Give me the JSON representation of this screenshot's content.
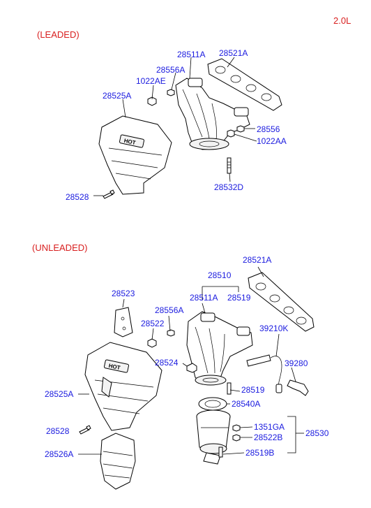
{
  "engine_label": "2.0L",
  "sections": {
    "leaded": {
      "title": "(LEADED)"
    },
    "unleaded": {
      "title": "(UNLEADED)"
    }
  },
  "leaded_labels": {
    "p28511A": "28511A",
    "p28521A": "28521A",
    "p28556A": "28556A",
    "p1022AE": "1022AE",
    "p28525A": "28525A",
    "p28556": "28556",
    "p1022AA": "1022AA",
    "p28532D": "28532D",
    "p28528": "28528"
  },
  "unleaded_labels": {
    "p28521A": "28521A",
    "p28510": "28510",
    "p28523": "28523",
    "p28511A": "28511A",
    "p28519_top": "28519",
    "p28556A": "28556A",
    "p28522": "28522",
    "p39210K": "39210K",
    "p28524": "28524",
    "p39280": "39280",
    "p28525A": "28525A",
    "p28519_mid": "28519",
    "p28540A": "28540A",
    "p28528": "28528",
    "p1351GA": "1351GA",
    "p28530": "28530",
    "p28522B": "28522B",
    "p28526A": "28526A",
    "p28519B": "28519B"
  },
  "shield_marking": "HOT"
}
